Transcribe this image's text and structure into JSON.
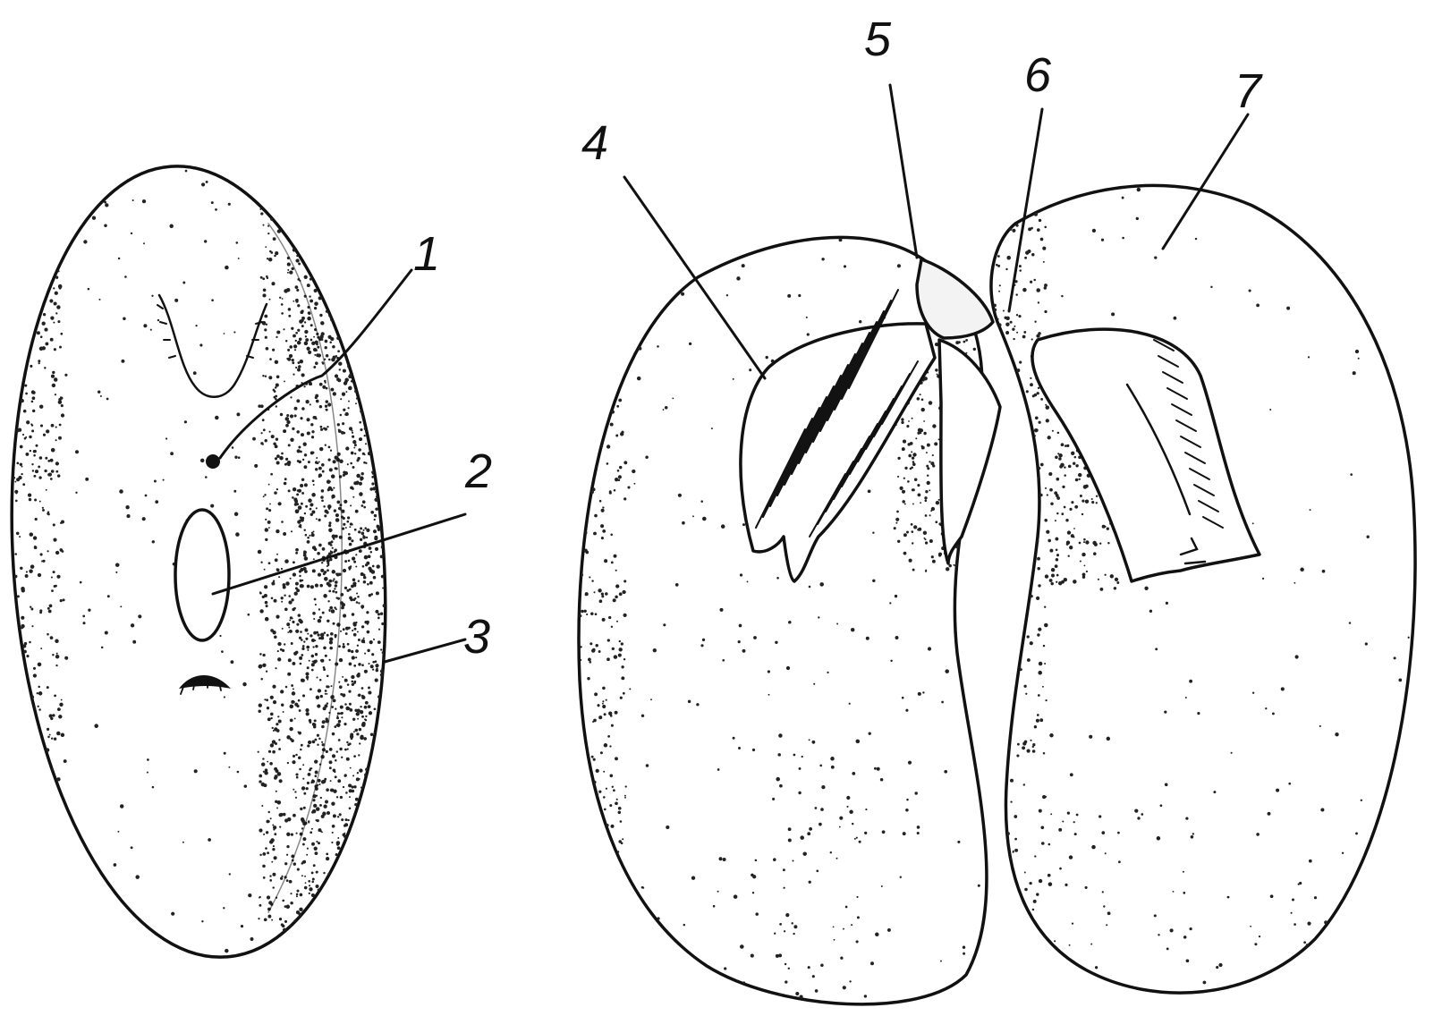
{
  "labels": {
    "l1": "1",
    "l2": "2",
    "l3": "3",
    "l4": "4",
    "l5": "5",
    "l6": "6",
    "l7": "7"
  },
  "colors": {
    "ink": "#111111",
    "paper": "#ffffff",
    "stipple": "#222222"
  }
}
